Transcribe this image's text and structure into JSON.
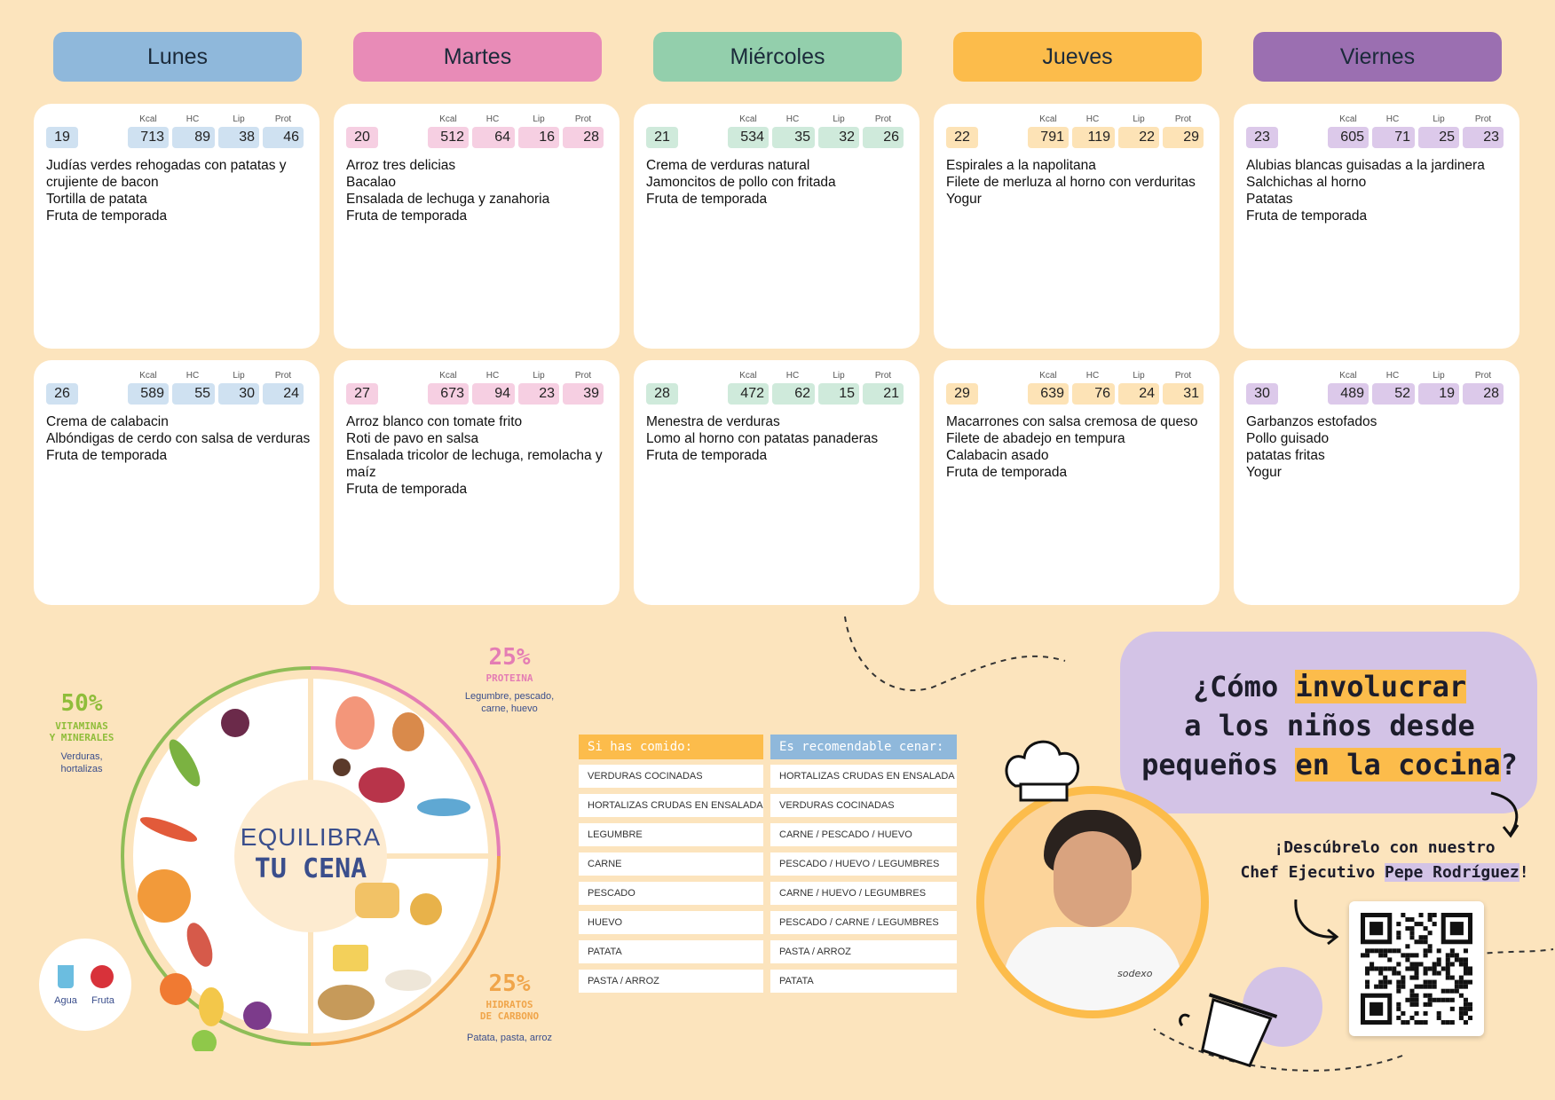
{
  "colors": {
    "background": "#fce4bd",
    "lunes": "#8fb8db",
    "martes": "#e88bb7",
    "miercoles": "#93cfac",
    "jueves": "#fcbc4b",
    "viernes": "#9b6fb1"
  },
  "nutrient_labels": [
    "Kcal",
    "HC",
    "Lip",
    "Prot"
  ],
  "days": [
    {
      "name": "Lunes",
      "weeks": [
        {
          "day": "19",
          "values": [
            "713",
            "89",
            "38",
            "46"
          ],
          "menu": [
            "Judías verdes rehogadas con patatas y crujiente de bacon",
            "Tortilla de patata",
            "Fruta de temporada"
          ]
        },
        {
          "day": "26",
          "values": [
            "589",
            "55",
            "30",
            "24"
          ],
          "menu": [
            "Crema de calabacin",
            "Albóndigas de cerdo con salsa de verduras",
            "Fruta de temporada"
          ]
        }
      ]
    },
    {
      "name": "Martes",
      "weeks": [
        {
          "day": "20",
          "values": [
            "512",
            "64",
            "16",
            "28"
          ],
          "menu": [
            "Arroz tres delicias",
            "Bacalao",
            "Ensalada de lechuga y zanahoria",
            "Fruta de temporada"
          ]
        },
        {
          "day": "27",
          "values": [
            "673",
            "94",
            "23",
            "39"
          ],
          "menu": [
            "Arroz blanco con tomate frito",
            "Roti de pavo en salsa",
            "Ensalada tricolor de lechuga, remolacha y maíz",
            "Fruta de temporada"
          ]
        }
      ]
    },
    {
      "name": "Miércoles",
      "weeks": [
        {
          "day": "21",
          "values": [
            "534",
            "35",
            "32",
            "26"
          ],
          "menu": [
            "Crema de verduras natural",
            "Jamoncitos de pollo con fritada",
            "Fruta de temporada"
          ]
        },
        {
          "day": "28",
          "values": [
            "472",
            "62",
            "15",
            "21"
          ],
          "menu": [
            "Menestra de verduras",
            "Lomo al horno con patatas panaderas",
            "Fruta de temporada"
          ]
        }
      ]
    },
    {
      "name": "Jueves",
      "weeks": [
        {
          "day": "22",
          "values": [
            "791",
            "119",
            "22",
            "29"
          ],
          "menu": [
            "Espirales a la napolitana",
            "Filete de merluza al horno con verduritas",
            "Yogur"
          ]
        },
        {
          "day": "29",
          "values": [
            "639",
            "76",
            "24",
            "31"
          ],
          "menu": [
            "Macarrones con salsa cremosa de queso",
            "Filete de abadejo en tempura",
            "Calabacin asado",
            "Fruta de temporada"
          ]
        }
      ]
    },
    {
      "name": "Viernes",
      "weeks": [
        {
          "day": "23",
          "values": [
            "605",
            "71",
            "25",
            "23"
          ],
          "menu": [
            "Alubias blancas guisadas a la jardinera",
            "Salchichas al horno",
            "Patatas",
            "Fruta de temporada"
          ]
        },
        {
          "day": "30",
          "values": [
            "489",
            "52",
            "19",
            "28"
          ],
          "menu": [
            "Garbanzos estofados",
            "Pollo guisado",
            "patatas fritas",
            "Yogur"
          ]
        }
      ]
    }
  ],
  "plate": {
    "title_line1": "EQUILIBRA",
    "title_line2": "TU CENA",
    "veg_pct": "50%",
    "veg_title1": "VITAMINAS",
    "veg_title2": "Y MINERALES",
    "veg_sub1": "Verduras,",
    "veg_sub2": "hortalizas",
    "prot_pct": "25%",
    "prot_title": "PROTEINA",
    "prot_sub1": "Legumbre, pescado,",
    "prot_sub2": "carne, huevo",
    "carb_pct": "25%",
    "carb_title1": "HIDRATOS",
    "carb_title2": "DE CARBONO",
    "carb_sub": "Patata, pasta, arroz",
    "water_label": "Agua",
    "fruit_label": "Fruta"
  },
  "table": {
    "header_left": "Si has comido:",
    "header_right": "Es recomendable cenar:",
    "rows": [
      [
        "VERDURAS COCINADAS",
        "HORTALIZAS CRUDAS EN ENSALADA"
      ],
      [
        "HORTALIZAS CRUDAS EN ENSALADA",
        "VERDURAS COCINADAS"
      ],
      [
        "LEGUMBRE",
        "CARNE / PESCADO / HUEVO"
      ],
      [
        "CARNE",
        "PESCADO / HUEVO / LEGUMBRES"
      ],
      [
        "PESCADO",
        "CARNE / HUEVO / LEGUMBRES"
      ],
      [
        "HUEVO",
        "PESCADO / CARNE / LEGUMBRES"
      ],
      [
        "PATATA",
        "PASTA / ARROZ"
      ],
      [
        "PASTA / ARROZ",
        "PATATA"
      ]
    ]
  },
  "promo": {
    "q_pre1": "¿Cómo ",
    "q_hl1": "involucrar",
    "q_line2": "a los niños desde",
    "q_pre3": "pequeños ",
    "q_hl3": "en la cocina",
    "q_post3": "?",
    "cta_line1": "¡Descúbrelo con nuestro",
    "cta_pre2": "Chef Ejecutivo ",
    "cta_hl2": "Pepe Rodríguez",
    "cta_post2": "!",
    "brand": "sodexo"
  }
}
